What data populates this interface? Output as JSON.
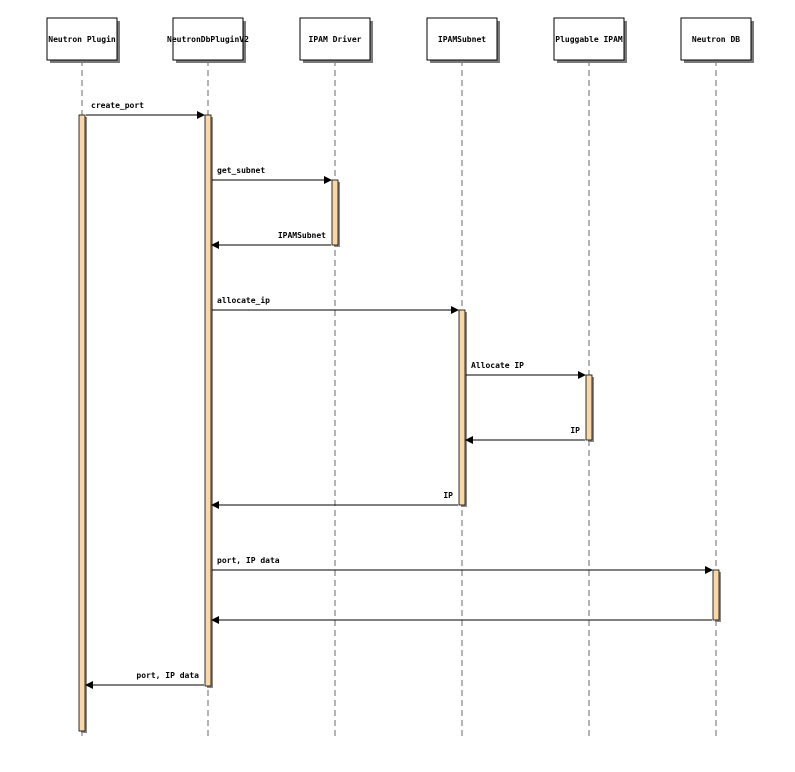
{
  "colors": {
    "activation_fill": "#fad7a8",
    "participant_fill": "#ffffff",
    "lifeline": "#6a6a6a",
    "line": "#000000"
  },
  "participants": [
    {
      "id": "neutron-plugin",
      "label": "Neutron Plugin"
    },
    {
      "id": "neutron-db-plugin-v2",
      "label": "NeutronDbPluginV2"
    },
    {
      "id": "ipam-driver",
      "label": "IPAM Driver"
    },
    {
      "id": "ipam-subnet",
      "label": "IPAMSubnet"
    },
    {
      "id": "pluggable-ipam",
      "label": "Pluggable IPAM"
    },
    {
      "id": "neutron-db",
      "label": "Neutron DB"
    }
  ],
  "messages": [
    {
      "from": 0,
      "to": 1,
      "label": "create_port"
    },
    {
      "from": 1,
      "to": 2,
      "label": "get_subnet"
    },
    {
      "from": 2,
      "to": 1,
      "label": "IPAMSubnet"
    },
    {
      "from": 1,
      "to": 3,
      "label": "allocate_ip"
    },
    {
      "from": 3,
      "to": 4,
      "label": "Allocate IP"
    },
    {
      "from": 4,
      "to": 3,
      "label": "IP"
    },
    {
      "from": 3,
      "to": 1,
      "label": "IP"
    },
    {
      "from": 1,
      "to": 5,
      "label": "port, IP data"
    },
    {
      "from": 5,
      "to": 1,
      "label": ""
    },
    {
      "from": 1,
      "to": 0,
      "label": "port, IP data"
    }
  ]
}
